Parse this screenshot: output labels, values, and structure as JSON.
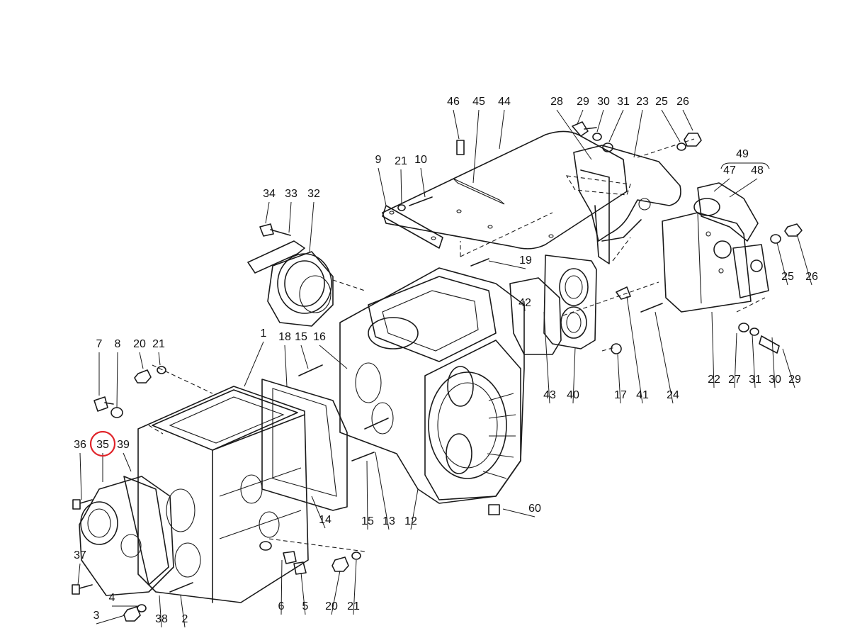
{
  "diagram": {
    "highlight_color": "#e0242a",
    "highlighted_callout": "35",
    "callouts": [
      {
        "id": "46",
        "label": "46"
      },
      {
        "id": "45",
        "label": "45"
      },
      {
        "id": "44",
        "label": "44"
      },
      {
        "id": "28",
        "label": "28"
      },
      {
        "id": "29a",
        "label": "29"
      },
      {
        "id": "30a",
        "label": "30"
      },
      {
        "id": "31a",
        "label": "31"
      },
      {
        "id": "23",
        "label": "23"
      },
      {
        "id": "25a",
        "label": "25"
      },
      {
        "id": "26a",
        "label": "26"
      },
      {
        "id": "49",
        "label": "49"
      },
      {
        "id": "47",
        "label": "47"
      },
      {
        "id": "48",
        "label": "48"
      },
      {
        "id": "9",
        "label": "9"
      },
      {
        "id": "21a",
        "label": "21"
      },
      {
        "id": "10",
        "label": "10"
      },
      {
        "id": "34",
        "label": "34"
      },
      {
        "id": "33",
        "label": "33"
      },
      {
        "id": "32",
        "label": "32"
      },
      {
        "id": "19",
        "label": "19"
      },
      {
        "id": "42",
        "label": "42"
      },
      {
        "id": "25b",
        "label": "25"
      },
      {
        "id": "26b",
        "label": "26"
      },
      {
        "id": "7",
        "label": "7"
      },
      {
        "id": "8",
        "label": "8"
      },
      {
        "id": "20a",
        "label": "20"
      },
      {
        "id": "21b",
        "label": "21"
      },
      {
        "id": "1",
        "label": "1"
      },
      {
        "id": "18",
        "label": "18"
      },
      {
        "id": "15a",
        "label": "15"
      },
      {
        "id": "16",
        "label": "16"
      },
      {
        "id": "36",
        "label": "36"
      },
      {
        "id": "35",
        "label": "35"
      },
      {
        "id": "39",
        "label": "39"
      },
      {
        "id": "43",
        "label": "43"
      },
      {
        "id": "40",
        "label": "40"
      },
      {
        "id": "17",
        "label": "17"
      },
      {
        "id": "41",
        "label": "41"
      },
      {
        "id": "24",
        "label": "24"
      },
      {
        "id": "22",
        "label": "22"
      },
      {
        "id": "27",
        "label": "27"
      },
      {
        "id": "31b",
        "label": "31"
      },
      {
        "id": "30b",
        "label": "30"
      },
      {
        "id": "29b",
        "label": "29"
      },
      {
        "id": "60",
        "label": "60"
      },
      {
        "id": "15b",
        "label": "15"
      },
      {
        "id": "13",
        "label": "13"
      },
      {
        "id": "12",
        "label": "12"
      },
      {
        "id": "14",
        "label": "14"
      },
      {
        "id": "37",
        "label": "37"
      },
      {
        "id": "4",
        "label": "4"
      },
      {
        "id": "3",
        "label": "3"
      },
      {
        "id": "38",
        "label": "38"
      },
      {
        "id": "2",
        "label": "2"
      },
      {
        "id": "6",
        "label": "6"
      },
      {
        "id": "5",
        "label": "5"
      },
      {
        "id": "20b",
        "label": "20"
      },
      {
        "id": "21c",
        "label": "21"
      }
    ]
  }
}
